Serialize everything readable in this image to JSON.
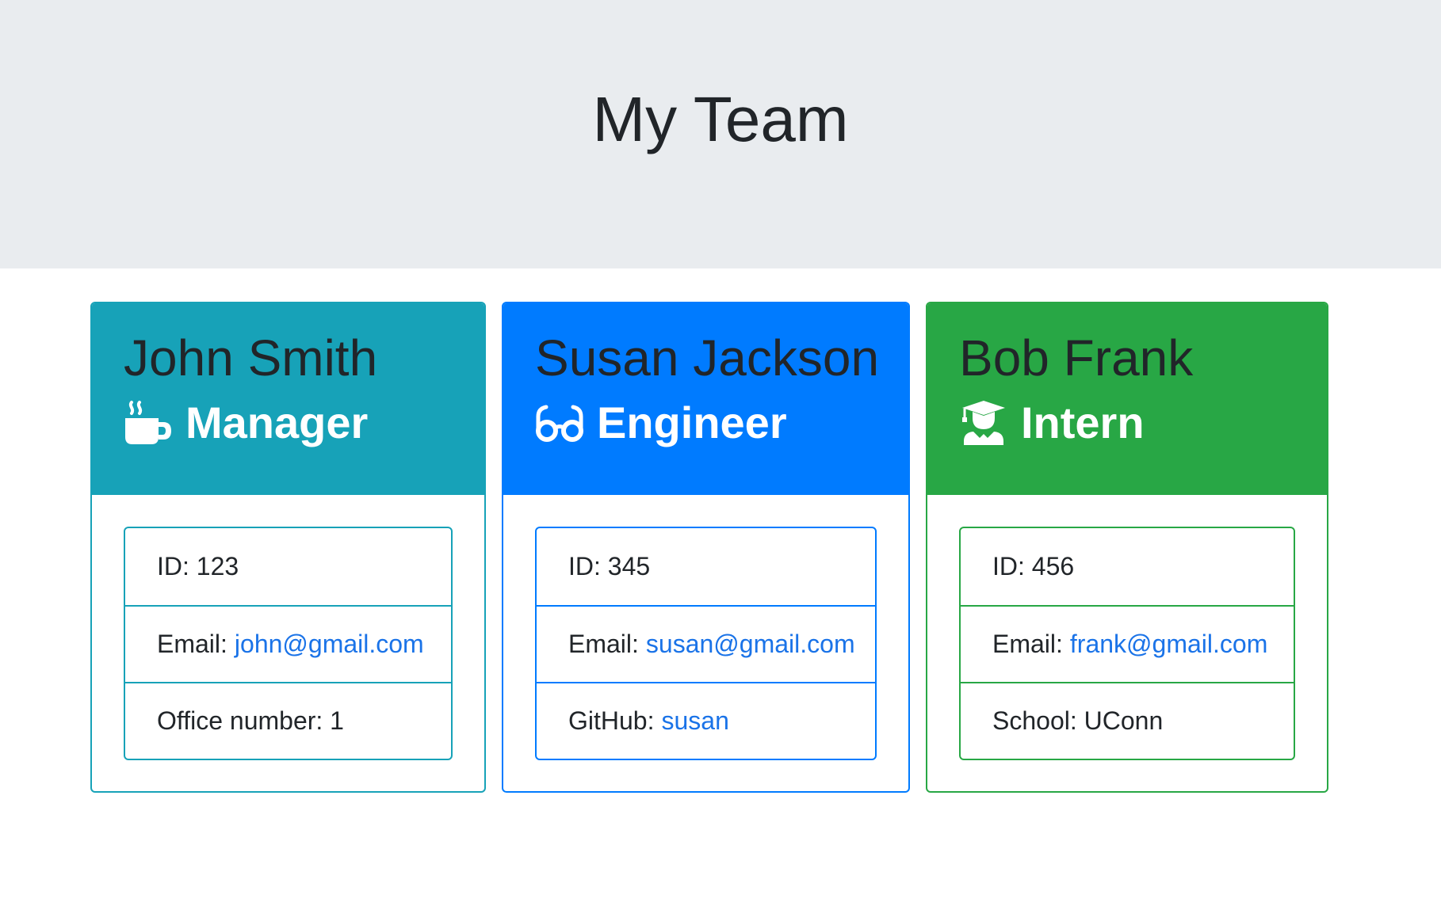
{
  "header": {
    "title": "My Team",
    "background_color": "#e9ecef"
  },
  "team": [
    {
      "name": "John Smith",
      "role": "Manager",
      "role_icon": "coffee-mug-icon",
      "accent_color": "#17a2b8",
      "id_label": "ID:",
      "id_value": "123",
      "email_label": "Email:",
      "email": "john@gmail.com",
      "extra_label": "Office number:",
      "extra_value": "1"
    },
    {
      "name": "Susan Jackson",
      "role": "Engineer",
      "role_icon": "glasses-icon",
      "accent_color": "#007bff",
      "id_label": "ID:",
      "id_value": "345",
      "email_label": "Email:",
      "email": "susan@gmail.com",
      "extra_label": "GitHub:",
      "extra_value": "susan"
    },
    {
      "name": "Bob Frank",
      "role": "Intern",
      "role_icon": "graduate-icon",
      "accent_color": "#28a745",
      "id_label": "ID:",
      "id_value": "456",
      "email_label": "Email:",
      "email": "frank@gmail.com",
      "extra_label": "School:",
      "extra_value": "UConn"
    }
  ],
  "colors": {
    "link": "#1a73e8",
    "text": "#212529"
  }
}
